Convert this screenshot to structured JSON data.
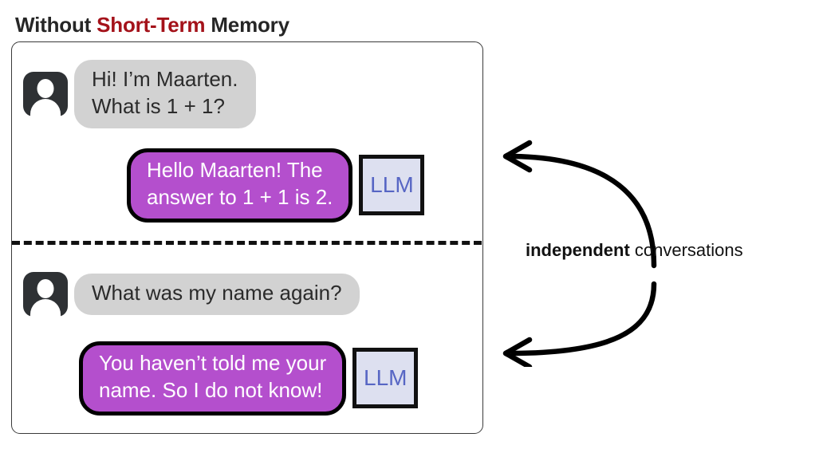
{
  "title": {
    "prefix": "Without ",
    "accent": "Short-Term",
    "suffix": " Memory"
  },
  "colors": {
    "accent_red": "#a4121a",
    "user_bubble": "#d2d2d2",
    "llm_bubble": "#b44fcd",
    "llm_badge_bg": "#dde0f0",
    "llm_badge_text": "#5766c4",
    "avatar_bg": "#2e3134",
    "panel_border": "#3a3a3a",
    "ink": "#111111"
  },
  "panel": {
    "conversations": [
      {
        "id": "conversation-1",
        "user_message": "Hi! I’m Maarten.\nWhat is 1 + 1?",
        "llm_message": "Hello Maarten! The\nanswer to 1 + 1 is 2.",
        "llm_badge": "LLM",
        "avatar_icon": "person-icon"
      },
      {
        "id": "conversation-2",
        "user_message": "What was my name again?",
        "llm_message": "You haven’t told me your\nname. So I do not know!",
        "llm_badge": "LLM",
        "avatar_icon": "person-icon"
      }
    ],
    "divider": "dashed-separator"
  },
  "annotation": {
    "label_bold": "independent",
    "label_rest": " conversations",
    "arrows": [
      {
        "name": "top-curved-arrow",
        "direction": "left"
      },
      {
        "name": "bottom-curved-arrow",
        "direction": "left"
      }
    ]
  }
}
